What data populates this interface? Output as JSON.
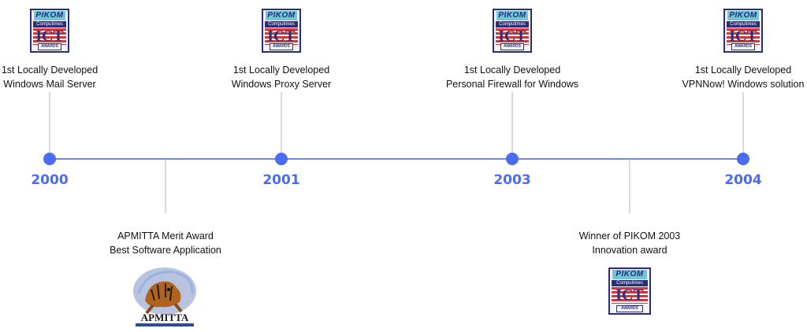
{
  "timeline": {
    "years": [
      "2000",
      "2001",
      "2003",
      "2004"
    ],
    "top_events": [
      {
        "line1": "1st Locally Developed",
        "line2": "Windows Mail Server"
      },
      {
        "line1": "1st Locally Developed",
        "line2": "Windows Proxy Server"
      },
      {
        "line1": "1st Locally Developed",
        "line2": "Personal Firewall for Windows"
      },
      {
        "line1": "1st Locally Developed",
        "line2": "VPNNow! Windows solution"
      }
    ],
    "bottom_events": [
      {
        "line1": "APMITTA Merit Award",
        "line2": "Best Software Application"
      },
      {
        "line1": "Winner of PIKOM 2003",
        "line2": "Innovation award"
      }
    ]
  },
  "logos": {
    "pikom": {
      "brand": "PIKOM",
      "sub": "Computimes",
      "mark": "ICT",
      "tag": "AWARDS"
    },
    "apmitta": {
      "name": "APMITTA"
    }
  },
  "colors": {
    "accent": "#4a6df0",
    "line": "#6b86f0",
    "stem": "#b5b5b5"
  }
}
